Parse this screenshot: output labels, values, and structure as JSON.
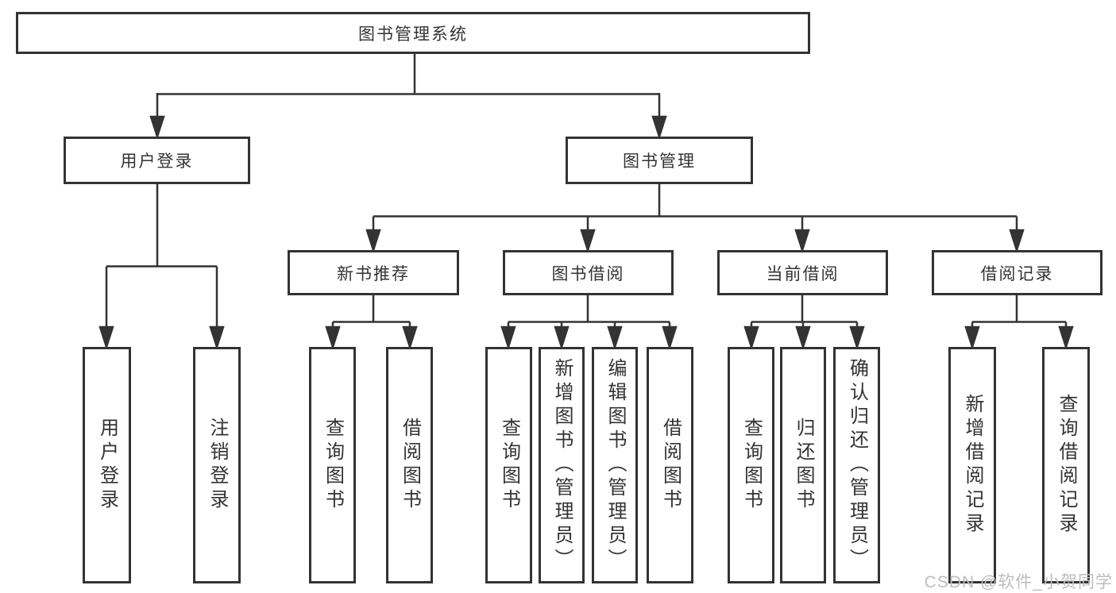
{
  "diagram": {
    "title": "图书管理系统",
    "nodes": {
      "root": {
        "label": "图书管理系统"
      },
      "user_login": {
        "label": "用户登录"
      },
      "book_management": {
        "label": "图书管理"
      },
      "new_book_recommend": {
        "label": "新书推荐"
      },
      "book_borrow": {
        "label": "图书借阅"
      },
      "current_borrow": {
        "label": "当前借阅"
      },
      "borrow_record": {
        "label": "借阅记录"
      },
      "leaves": {
        "user_login": [
          "用户登录",
          "注销登录"
        ],
        "new_book_recommend": [
          "查询图书",
          "借阅图书"
        ],
        "book_borrow": [
          "查询图书",
          "新增图书（管理员）",
          "编辑图书（管理员）",
          "借阅图书"
        ],
        "current_borrow": [
          "查询图书",
          "归还图书",
          "确认归还（管理员）"
        ],
        "borrow_record": [
          "新增借阅记录",
          "查询借阅记录"
        ]
      }
    },
    "colors": {
      "line": "#333333",
      "text": "#333333",
      "watermark": "#bdbdbd",
      "background": "#ffffff"
    }
  },
  "watermark": {
    "text": "CSDN @软件_小贺同学"
  }
}
